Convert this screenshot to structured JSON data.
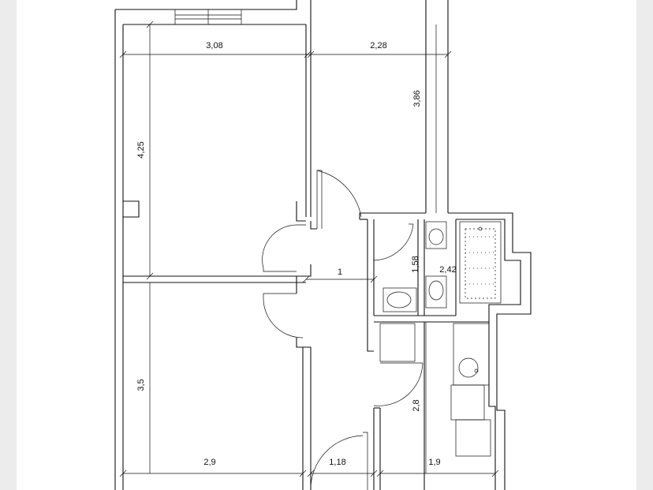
{
  "plan": {
    "dimensions": {
      "room_top_left_width": "3,08",
      "room_top_right_width": "2,28",
      "room_top_left_height": "4,25",
      "room_top_right_height": "3,86",
      "corridor_width": "1",
      "bathroom_height": "1,58",
      "bathroom_width": "2,42",
      "room_bottom_left_height": "3,5",
      "room_bottom_left_width": "2,9",
      "kitchen_height": "2,8",
      "entry_width": "1,18",
      "kitchen_width": "1,9"
    }
  }
}
